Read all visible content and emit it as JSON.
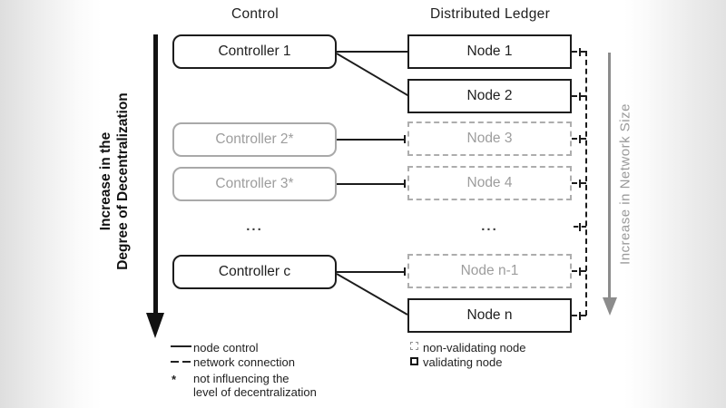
{
  "headers": {
    "control": "Control",
    "distributed_ledger": "Distributed Ledger"
  },
  "axes": {
    "decentralization_line1": "Increase in the",
    "decentralization_line2": "Degree of Decentralization",
    "network_size": "Increase in Network Size"
  },
  "controllers": [
    {
      "label": "Controller 1",
      "variant": "active"
    },
    {
      "label": "Controller 2*",
      "variant": "muted"
    },
    {
      "label": "Controller 3*",
      "variant": "muted"
    },
    {
      "label": "Controller c",
      "variant": "active"
    }
  ],
  "nodes": [
    {
      "label": "Node 1",
      "type": "validating"
    },
    {
      "label": "Node 2",
      "type": "validating"
    },
    {
      "label": "Node 3",
      "type": "non-validating"
    },
    {
      "label": "Node 4",
      "type": "non-validating"
    },
    {
      "label": "Node n-1",
      "type": "non-validating"
    },
    {
      "label": "Node n",
      "type": "validating"
    }
  ],
  "ellipsis": "...",
  "legend": {
    "node_control": "node control",
    "network_connection": "network connection",
    "asterisk": "*",
    "note_line1": "not influencing the",
    "note_line2": "level of decentralization",
    "non_validating": "non-validating node",
    "validating": "validating node"
  },
  "colors": {
    "ink": "#1c1c1c",
    "muted_border": "#a9a9a9",
    "muted_text": "#9d9d9d",
    "network_gray": "#8c8c8c"
  }
}
